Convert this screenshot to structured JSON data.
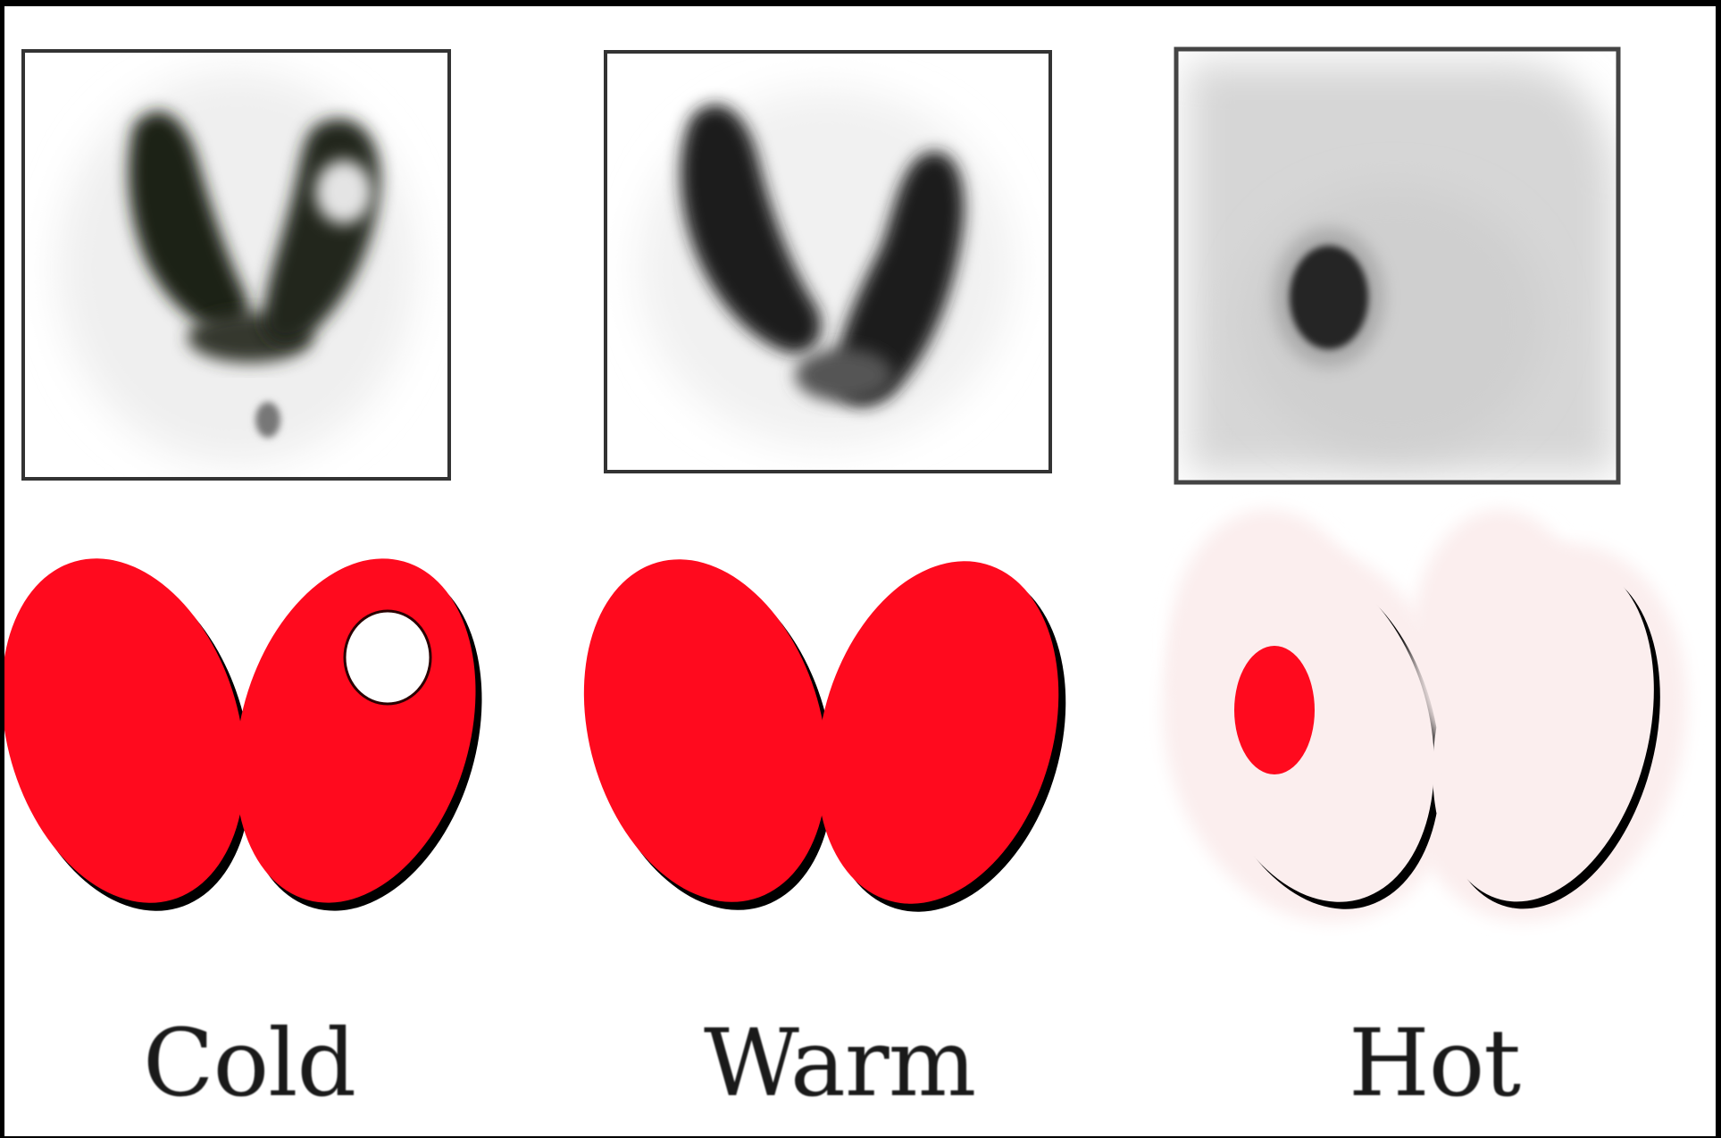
{
  "panels": [
    {
      "id": "cold",
      "label": "Cold"
    },
    {
      "id": "warm",
      "label": "Warm"
    },
    {
      "id": "hot",
      "label": "Hot"
    }
  ],
  "colors": {
    "lobe_red": "#ff0a1e",
    "lobe_pale": "#fbeeee",
    "outline": "#000000",
    "scan_frame": "#333333"
  }
}
